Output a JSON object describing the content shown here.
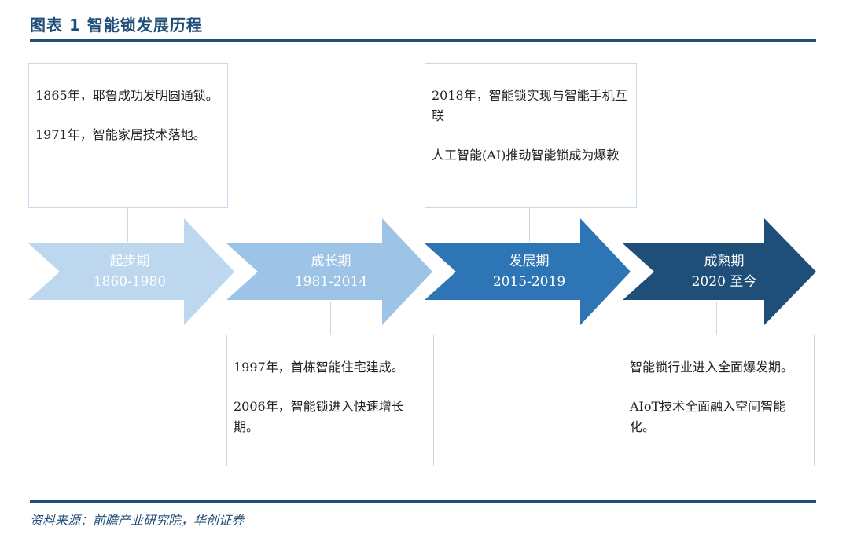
{
  "title": "图表 1   智能锁发展历程",
  "source": "资料来源：前瞻产业研究院，华创证券",
  "stages": [
    {
      "name": "起步期",
      "period": "1860-1980",
      "color": "#bdd7ee",
      "text_color": "#ffffff"
    },
    {
      "name": "成长期",
      "period": "1981-2014",
      "color": "#9dc3e6",
      "text_color": "#1f3a5f"
    },
    {
      "name": "发展期",
      "period": "2015-2019",
      "color": "#2e75b6",
      "text_color": "#ffffff"
    },
    {
      "name": "成熟期",
      "period": "2020 至今",
      "color": "#1f4e79",
      "text_color": "#ffffff"
    }
  ],
  "boxes": [
    {
      "lines": [
        "1865年，耶鲁成功发明圆通锁。",
        "1971年，智能家居技术落地。"
      ]
    },
    {
      "lines": [
        "1997年，首栋智能住宅建成。",
        "2006年，智能锁进入快速增长期。"
      ]
    },
    {
      "lines": [
        "2018年，智能锁实现与智能手机互联",
        "人工智能(AI)推动智能锁成为爆款"
      ]
    },
    {
      "lines": [
        "智能锁行业进入全面爆发期。",
        "AIoT技术全面融入空间智能化。"
      ]
    }
  ]
}
